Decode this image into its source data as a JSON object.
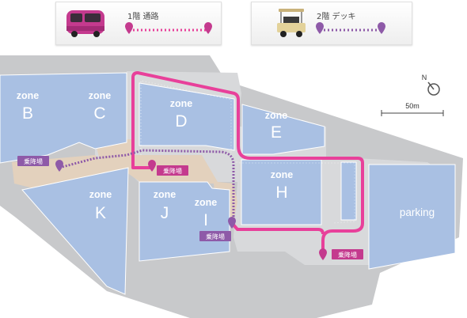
{
  "legend": {
    "route_1f": {
      "label": "1階 通路",
      "color": "#e8409a",
      "icon": "pink-shuttle-bus-icon"
    },
    "route_2f": {
      "label": "2階 デッキ",
      "color": "#8e5aa8",
      "icon": "golf-cart-icon"
    }
  },
  "map": {
    "zones": [
      {
        "word": "zone",
        "letter": "B"
      },
      {
        "word": "zone",
        "letter": "C"
      },
      {
        "word": "zone",
        "letter": "D"
      },
      {
        "word": "zone",
        "letter": "E"
      },
      {
        "word": "zone",
        "letter": "H"
      },
      {
        "word": "zone",
        "letter": "K"
      },
      {
        "word": "zone",
        "letter": "J"
      },
      {
        "word": "zone",
        "letter": "I"
      }
    ],
    "parking_label": "parking",
    "stops": [
      "乗降場",
      "乗降場",
      "乗降場",
      "乗降場"
    ],
    "scale_label": "50m",
    "compass_label": "N",
    "colors": {
      "zone_fill": "#a9c0e3",
      "ground": "#c8c9cb",
      "walkway": "#e3d1bd"
    }
  }
}
